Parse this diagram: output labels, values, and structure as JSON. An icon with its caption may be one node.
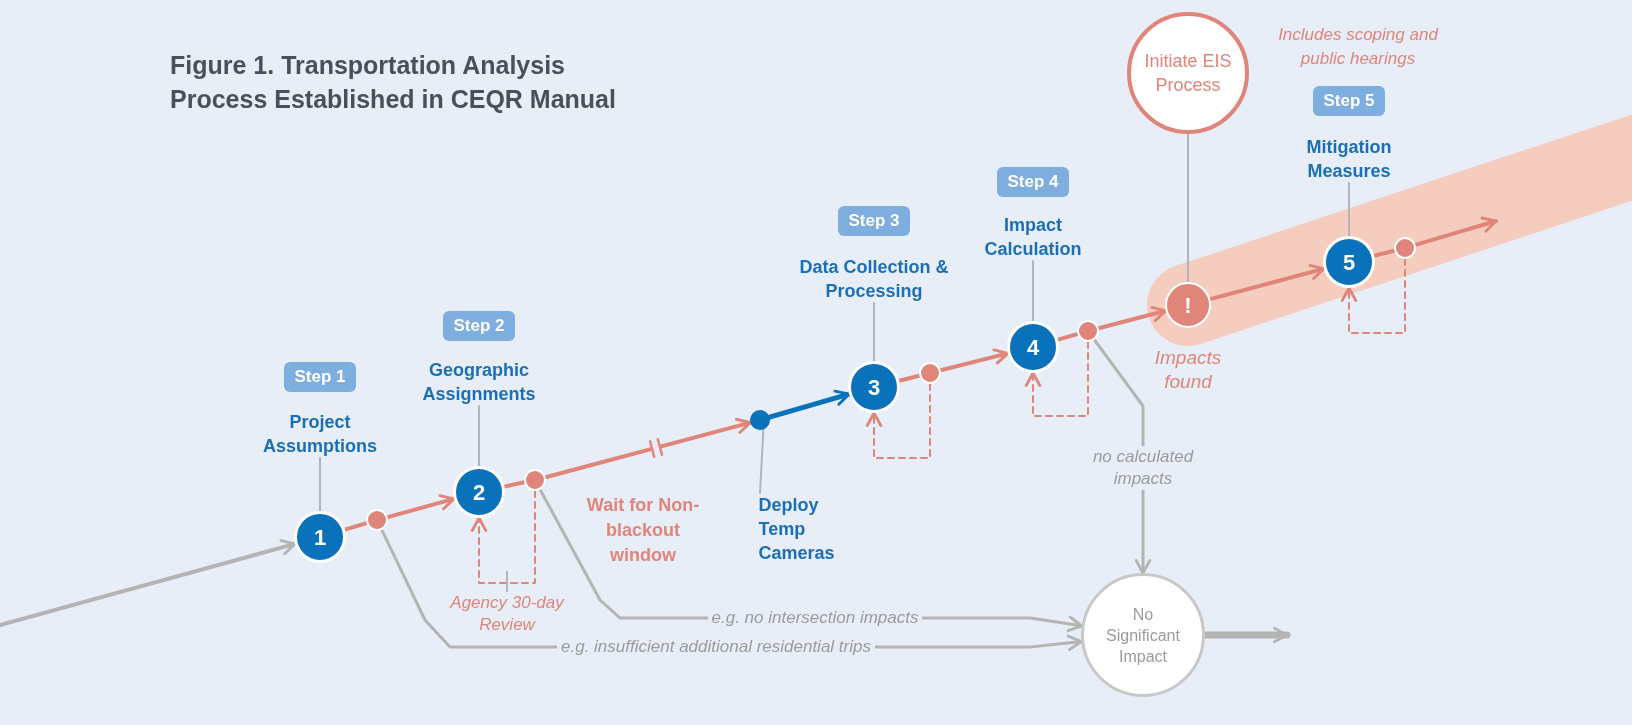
{
  "diagram": {
    "title": "Figure 1. Transportation Analysis Process Established in CEQR Manual",
    "nodes": [
      {
        "text": [
          "Step 1"
        ]
      },
      {
        "text": [
          "Project Assumptions"
        ]
      },
      {
        "text": [
          "1"
        ]
      },
      {
        "text": [],
        "shape": "circle"
      },
      {
        "text": [
          "Step 2"
        ]
      },
      {
        "text": [
          "Geographic Assignments"
        ]
      },
      {
        "text": [
          "2"
        ]
      },
      {
        "text": [],
        "shape": "circle"
      },
      {
        "text": [
          "Agency 30-day Review"
        ]
      },
      {
        "text": [],
        "shape": "circle"
      },
      {
        "text": [
          "Deploy Temp Cameras"
        ]
      },
      {
        "text": [
          "Step 3"
        ]
      },
      {
        "text": [
          "Data Collection & Processing"
        ]
      },
      {
        "text": [
          "3"
        ]
      },
      {
        "text": [],
        "shape": "circle"
      },
      {
        "text": [
          "Step 4"
        ]
      },
      {
        "text": [
          "Impact Calculation"
        ]
      },
      {
        "text": [
          "4"
        ]
      },
      {
        "text": [],
        "shape": "circle"
      },
      {
        "text": [
          "Initiate EIS Process"
        ],
        "beside": [
          "Includes scoping and public hearings"
        ]
      },
      {
        "text": [
          "!"
        ],
        "beside": [
          "Impacts found"
        ]
      },
      {
        "text": [
          "Step 5"
        ]
      },
      {
        "text": [
          "Mitigation Measures"
        ]
      },
      {
        "text": [
          "5"
        ]
      },
      {
        "text": [],
        "shape": "circle"
      },
      {
        "text": [
          "No Significant Impact"
        ]
      }
    ],
    "edges": [
      {
        "from": null,
        "to": 2,
        "arrow": "to",
        "color": "#b4b4b4"
      },
      {
        "from": 1,
        "to": 2,
        "arrow": "none",
        "color": "#b4b4b4"
      },
      {
        "from": 2,
        "to": 3,
        "arrow": "none"
      },
      {
        "from": 3,
        "to": 6,
        "arrow": "to"
      },
      {
        "from": 5,
        "to": 6,
        "arrow": "none",
        "color": "#b4b4b4"
      },
      {
        "from": 6,
        "to": 7,
        "arrow": "none"
      },
      {
        "from": 7,
        "to": 6,
        "arrow": "to",
        "style": "dashed"
      },
      {
        "from": 8,
        "to": null,
        "arrow": "none",
        "color": "#b4b4b4"
      },
      {
        "from": 7,
        "to": 9,
        "arrow": "to"
      },
      {
        "from": 9,
        "to": 10,
        "arrow": "none",
        "color": "#b4b4b4"
      },
      {
        "from": 9,
        "to": 13,
        "arrow": "to",
        "color": "#0a72bb"
      },
      {
        "from": 12,
        "to": 13,
        "arrow": "none",
        "color": "#b4b4b4"
      },
      {
        "from": 13,
        "to": 14,
        "arrow": "none"
      },
      {
        "from": 14,
        "to": 13,
        "arrow": "to",
        "style": "dashed"
      },
      {
        "from": 14,
        "to": 17,
        "arrow": "to"
      },
      {
        "from": 16,
        "to": 17,
        "arrow": "none",
        "color": "#b4b4b4"
      },
      {
        "from": 17,
        "to": 18,
        "arrow": "none"
      },
      {
        "from": 18,
        "to": 17,
        "arrow": "to",
        "style": "dashed"
      },
      {
        "from": 18,
        "to": 20,
        "arrow": "to"
      },
      {
        "from": 19,
        "to": 20,
        "arrow": "none",
        "color": "#b4b4b4"
      },
      {
        "from": 20,
        "to": 23,
        "arrow": "to"
      },
      {
        "from": 22,
        "to": 23,
        "arrow": "none",
        "color": "#b4b4b4"
      },
      {
        "from": 23,
        "to": 24,
        "arrow": "none"
      },
      {
        "from": 24,
        "to": 23,
        "arrow": "to",
        "style": "dashed"
      },
      {
        "from": 24,
        "to": null,
        "arrow": "to"
      },
      {
        "from": 18,
        "to": 25,
        "arrow": "to",
        "label": "no calculated impacts",
        "color": "#b4b4b4"
      },
      {
        "from": 7,
        "to": 25,
        "arrow": "to",
        "label": "e.g. no intersection impacts",
        "color": "#b4b4b4"
      },
      {
        "from": 3,
        "to": 25,
        "arrow": "to",
        "label": "e.g. insufficient additional residential trips",
        "color": "#b4b4b4"
      },
      {
        "from": 25,
        "to": null,
        "arrow": "to",
        "style": "thick",
        "color": "#b4b4b4"
      }
    ],
    "labels": [
      "Wait for Non-blackout window"
    ]
  }
}
